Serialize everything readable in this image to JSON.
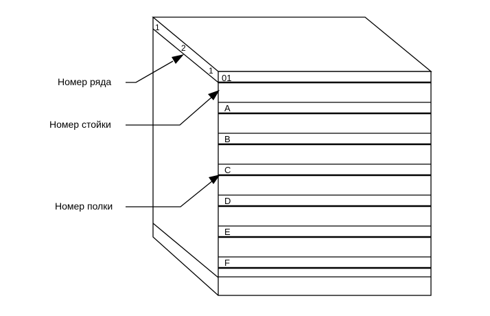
{
  "callouts": {
    "row": "Номер ряда",
    "rack": "Номер стойки",
    "shelf": "Номер полки"
  },
  "row_numbers": [
    "1",
    "2",
    "1"
  ],
  "rack_number": "01",
  "shelves": [
    "A",
    "B",
    "C",
    "D",
    "E",
    "F"
  ],
  "colors": {
    "line": "#000000",
    "background": "#ffffff"
  }
}
